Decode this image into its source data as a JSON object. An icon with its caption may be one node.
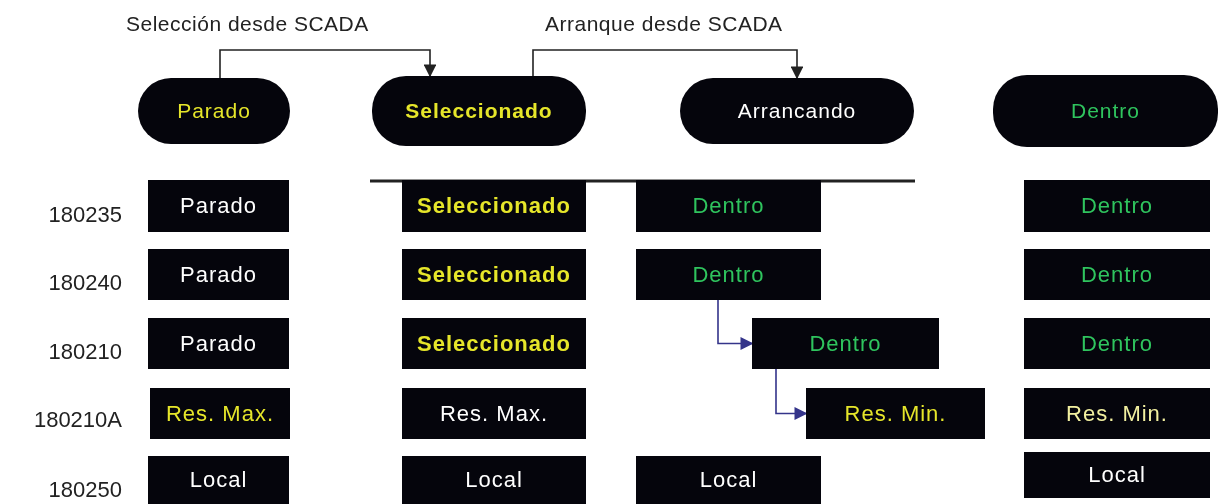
{
  "diagram": {
    "nodes": [
      {
        "text": [
          "Parado"
        ]
      },
      {
        "text": [
          "Seleccionado"
        ]
      },
      {
        "text": [
          "Arrancando"
        ]
      },
      {
        "text": [
          "Dentro"
        ]
      },
      {
        "text": [
          "Parado"
        ]
      },
      {
        "text": [
          "Seleccionado"
        ]
      },
      {
        "text": [
          "Dentro"
        ]
      },
      {
        "text": [
          "Dentro"
        ]
      },
      {
        "text": [
          "Parado"
        ]
      },
      {
        "text": [
          "Seleccionado"
        ]
      },
      {
        "text": [
          "Dentro"
        ]
      },
      {
        "text": [
          "Dentro"
        ]
      },
      {
        "text": [
          "Parado"
        ]
      },
      {
        "text": [
          "Seleccionado"
        ]
      },
      {
        "text": [
          "Dentro"
        ]
      },
      {
        "text": [
          "Dentro"
        ]
      },
      {
        "text": [
          "Res. Max."
        ]
      },
      {
        "text": [
          "Res. Max."
        ]
      },
      {
        "text": [
          "Res. Min."
        ]
      },
      {
        "text": [
          "Res. Min."
        ]
      },
      {
        "text": [
          "Local"
        ]
      },
      {
        "text": [
          "Local"
        ]
      },
      {
        "text": [
          "Local"
        ]
      },
      {
        "text": [
          "Local"
        ]
      }
    ],
    "edges": [
      {
        "from": 0,
        "to": 1,
        "arrow": "to",
        "label": "Selección desde SCADA"
      },
      {
        "from": 1,
        "to": 2,
        "arrow": "to",
        "label": "Arranque desde SCADA"
      },
      {
        "from": 10,
        "to": 14,
        "arrow": "to",
        "color": "#34348a"
      },
      {
        "from": 14,
        "to": 18,
        "arrow": "to",
        "color": "#34348a"
      }
    ],
    "labels": [
      "180235",
      "180240",
      "180210",
      "180210A",
      "180250"
    ]
  }
}
